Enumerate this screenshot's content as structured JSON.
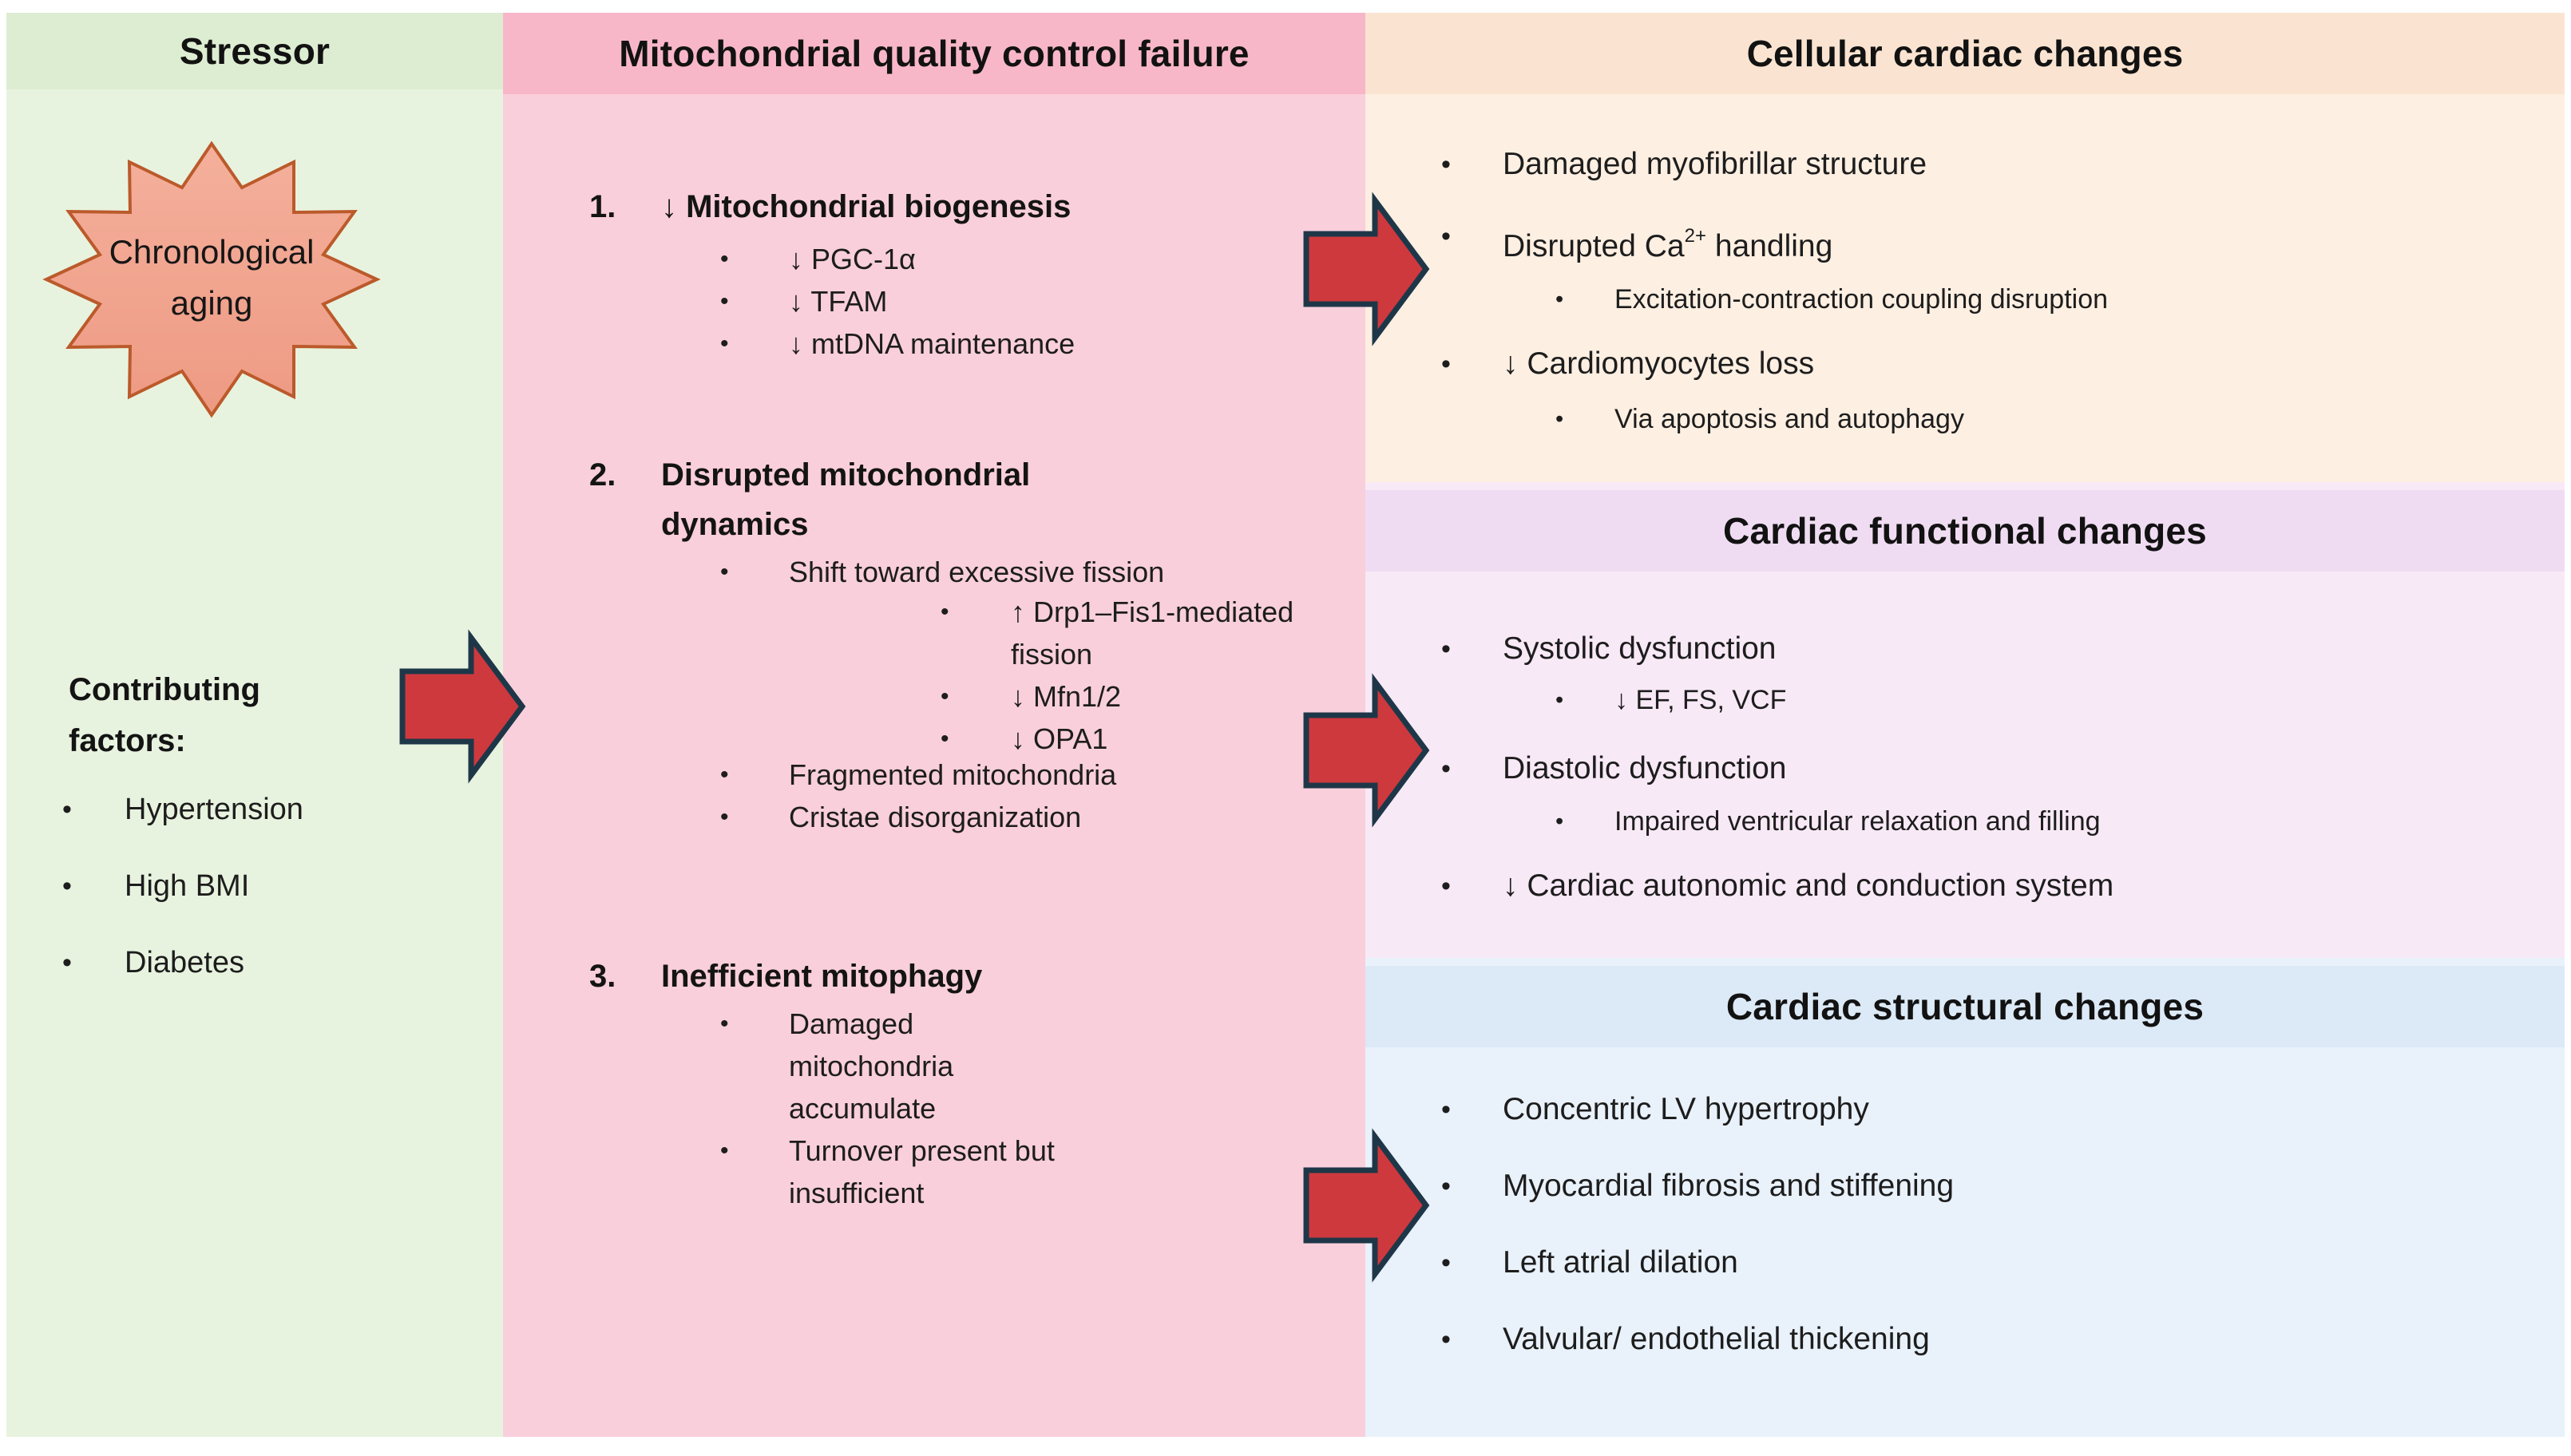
{
  "stressor": {
    "header": "Stressor",
    "starburst_line1": "Chronological",
    "starburst_line2": "aging",
    "contributing_heading": "Contributing factors:",
    "contributing_items": [
      "Hypertension",
      "High BMI",
      "Diabetes"
    ]
  },
  "mqcf": {
    "header": "Mitochondrial quality control failure",
    "sections": [
      {
        "num": "1.",
        "title": "↓ Mitochondrial biogenesis",
        "bullets": [
          "↓ PGC-1α",
          "↓ TFAM",
          "↓ mtDNA maintenance"
        ]
      },
      {
        "num": "2.",
        "title": "Disrupted mitochondrial dynamics",
        "bullet": "Shift toward excessive fission",
        "subbullets": [
          "↑ Drp1–Fis1-mediated fission",
          "↓ Mfn1/2",
          "↓ OPA1"
        ],
        "bullets_after": [
          "Fragmented mitochondria",
          "Cristae disorganization"
        ]
      },
      {
        "num": "3.",
        "title": "Inefficient mitophagy",
        "bullets": [
          "Damaged mitochondria accumulate",
          "Turnover present but insufficient"
        ]
      }
    ]
  },
  "cellular": {
    "header": "Cellular cardiac changes",
    "b1": "Damaged myofibrillar structure",
    "b2_pre": "Disrupted Ca",
    "b2_sup": "2+",
    "b2_post": " handling",
    "b2_sub": "Excitation-contraction coupling disruption",
    "b3": "↓ Cardiomyocytes loss",
    "b3_sub": "Via apoptosis and autophagy"
  },
  "functional": {
    "header": "Cardiac functional changes",
    "b1": "Systolic dysfunction",
    "b1_sub": "↓ EF, FS, VCF",
    "b2": "Diastolic dysfunction",
    "b2_sub": "Impaired ventricular relaxation and filling",
    "b3": "↓ Cardiac autonomic and conduction system"
  },
  "structural": {
    "header": "Cardiac structural changes",
    "bullets": [
      "Concentric LV hypertrophy",
      "Myocardial fibrosis and stiffening",
      "Left atrial dilation",
      "Valvular/ endothelial thickening"
    ]
  },
  "colors": {
    "green_header": "#ddedd2",
    "green_body": "#e8f3df",
    "pink_header": "#f8b7c8",
    "pink_body": "#f9cfdb",
    "peach_header": "#fae4d1",
    "peach_body": "#fdefe2",
    "purple_header": "#f0dcf2",
    "purple_body": "#f8e9f6",
    "blue_header": "#dce9f6",
    "blue_body": "#e9f1fa",
    "star_fill": "#f1a38e",
    "star_border": "#bb5a2b",
    "arrow_fill": "#ce393e",
    "arrow_border": "#1e3748"
  }
}
